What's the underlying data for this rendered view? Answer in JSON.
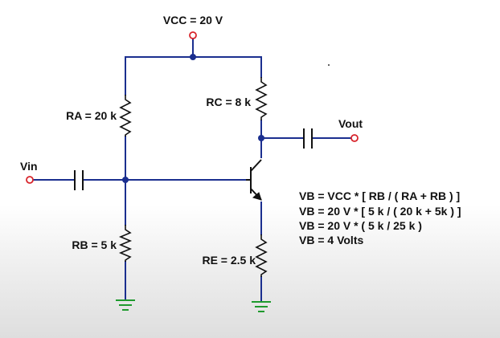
{
  "labels": {
    "vcc": "VCC = 20 V",
    "ra": "RA = 20 k",
    "rb": "RB = 5 k",
    "rc": "RC = 8 k",
    "re": "RE = 2.5 k",
    "vin": "Vin",
    "vout": "Vout"
  },
  "equations": [
    "VB = VCC * [ RB / ( RA + RB ) ]",
    "VB = 20 V * [ 5 k / ( 20 k + 5k ) ]",
    "VB = 20 V * ( 5 k / 25 k )",
    "VB = 4 Volts"
  ],
  "colors": {
    "wire": "#1b2f8f",
    "terminal": "#d8242b",
    "ground": "#1f9a2e",
    "component": "#111111"
  }
}
